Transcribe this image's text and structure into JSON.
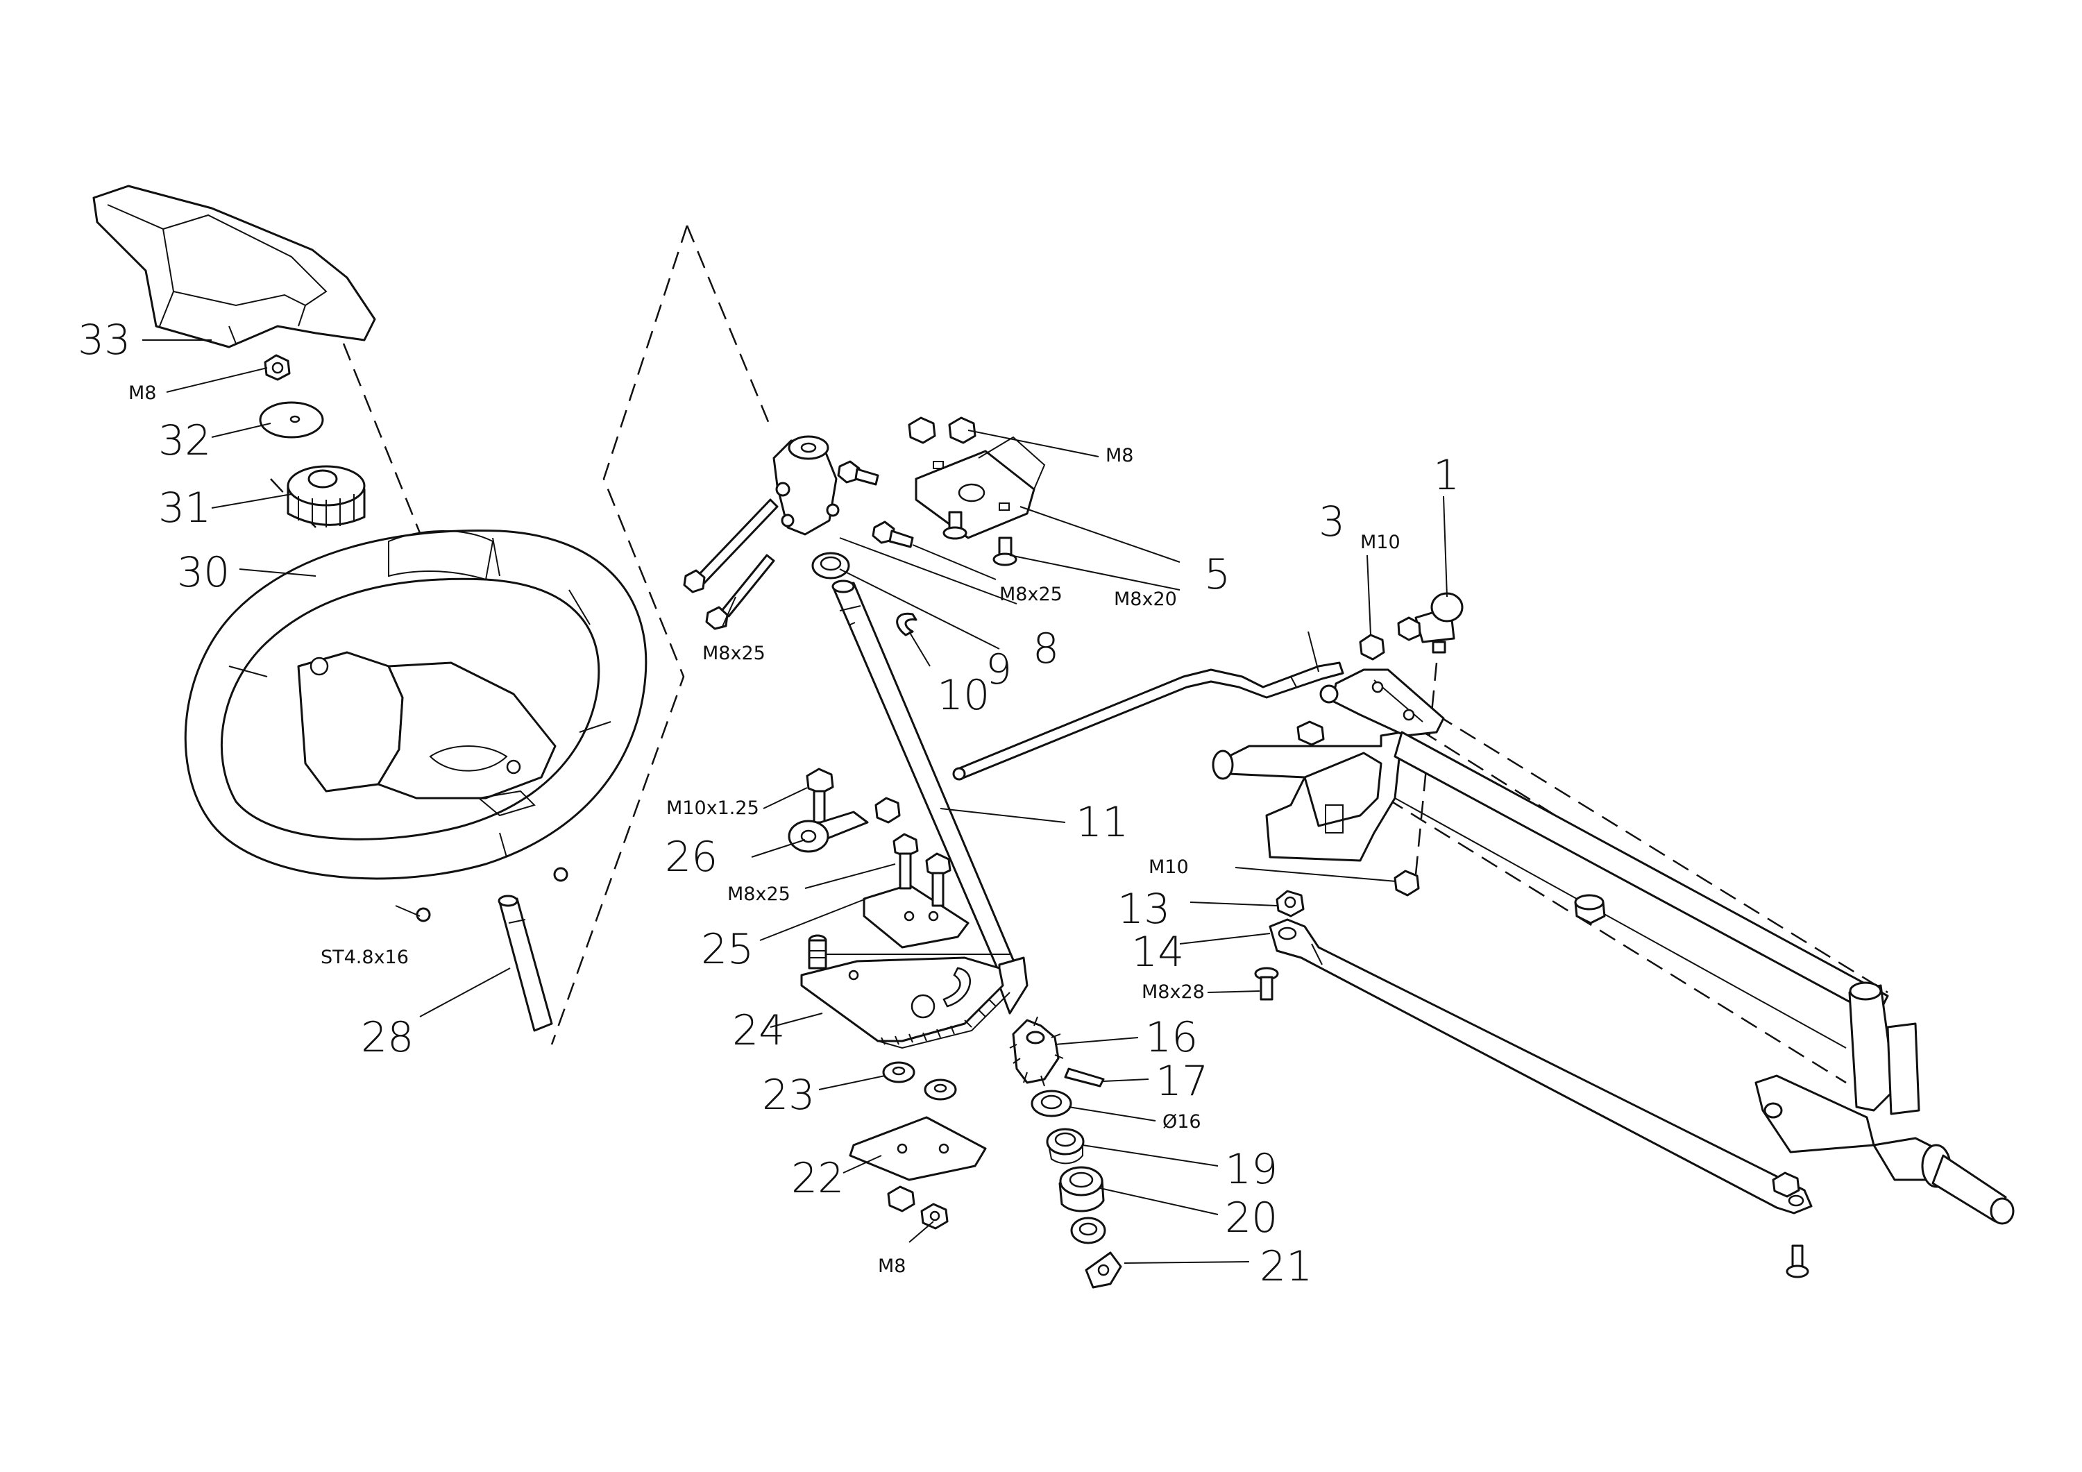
{
  "callouts": {
    "n1": "1",
    "n3": "3",
    "n5": "5",
    "n8": "8",
    "n9": "9",
    "n10": "10",
    "n11": "11",
    "n13": "13",
    "n14": "14",
    "n16": "16",
    "n17": "17",
    "n19": "19",
    "n20": "20",
    "n21": "21",
    "n22": "22",
    "n23": "23",
    "n24": "24",
    "n25": "25",
    "n26": "26",
    "n28": "28",
    "n30": "30",
    "n31": "31",
    "n32": "32",
    "n33": "33"
  },
  "specs": {
    "m8_top_left": "M8",
    "m8_bracket": "M8",
    "m8x25_bracket": "M8x25",
    "m8x20_bracket": "M8x20",
    "m8x25_coupler": "M8x25",
    "m10_top": "M10",
    "m10x125": "M10x1.25",
    "m8x25_plate": "M8x25",
    "m10_mid": "M10",
    "m8x28": "M8x28",
    "d16": "Ø16",
    "m8_bottom": "M8",
    "st48x16": "ST4.8x16"
  }
}
